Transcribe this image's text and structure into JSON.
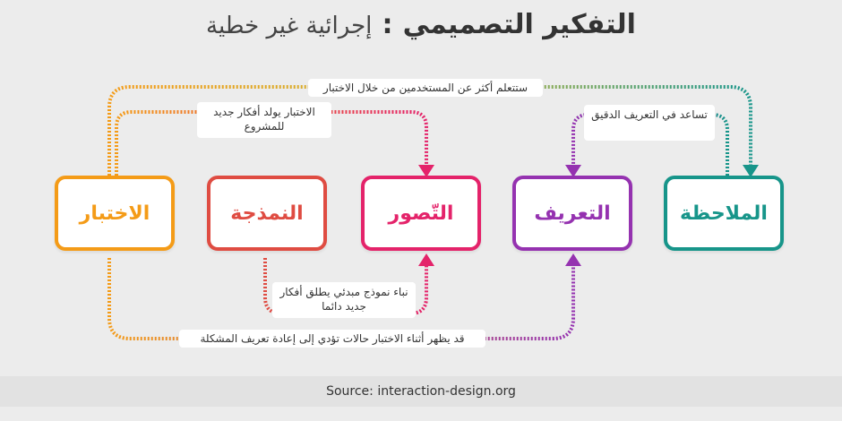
{
  "title": {
    "bold": "التفكير التصميمي",
    "separator": ":",
    "light": "إجرائية غير خطية"
  },
  "colors": {
    "observe": "#17958a",
    "define": "#9532b0",
    "ideate": "#e4236a",
    "prototype": "#df4c42",
    "test": "#f49b17"
  },
  "nodes": {
    "observe": "الملاحظة",
    "define": "التعريف",
    "ideate": "التّصور",
    "prototype": "النمذجة",
    "test": "الاختبار"
  },
  "notes": {
    "top_long": "ستتعلم أكثر عن المستخدمين من خلال الاختبار",
    "test_ideas": "الاختبار يولد أفكار جديد للمشروع",
    "define_help": "تساعد في التعريف الدقيق",
    "prototype_ideas": "نباء نموذج مبدئي يطلق أفكار جديد دائما",
    "bottom_long": "قد يظهر أثناء الاختبار حالات تؤدي إلى إعادة تعريف المشكلة"
  },
  "source": "Source: interaction-design.org"
}
